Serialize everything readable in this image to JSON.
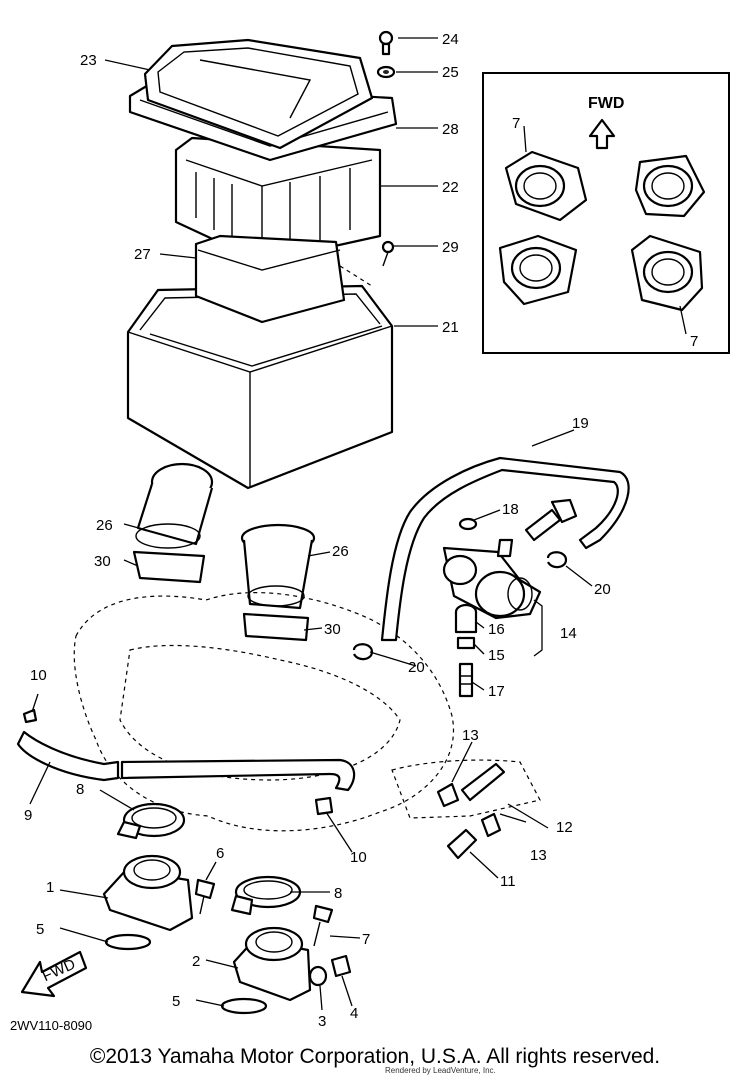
{
  "callouts": {
    "n1": "1",
    "n2": "2",
    "n3": "3",
    "n4": "4",
    "n5a": "5",
    "n5b": "5",
    "n6": "6",
    "n7a": "7",
    "n8a": "8",
    "n8b": "8",
    "n9": "9",
    "n10a": "10",
    "n10b": "10",
    "n11": "11",
    "n12": "12",
    "n13a": "13",
    "n13b": "13",
    "n14": "14",
    "n15": "15",
    "n16": "16",
    "n17": "17",
    "n18": "18",
    "n19": "19",
    "n20a": "20",
    "n20b": "20",
    "n21": "21",
    "n22": "22",
    "n23": "23",
    "n24": "24",
    "n25": "25",
    "n26a": "26",
    "n26b": "26",
    "n27": "27",
    "n28": "28",
    "n29": "29",
    "n30a": "30",
    "n30b": "30",
    "inset7a": "7",
    "inset7b": "7"
  },
  "inset": {
    "title": "FWD"
  },
  "fwd_badge": "FWD",
  "diagram_code": "2WV110-8090",
  "copyright": "©2013 Yamaha Motor Corporation, U.S.A. All rights reserved.",
  "watermark": "Rendered by LeadVenture, Inc."
}
